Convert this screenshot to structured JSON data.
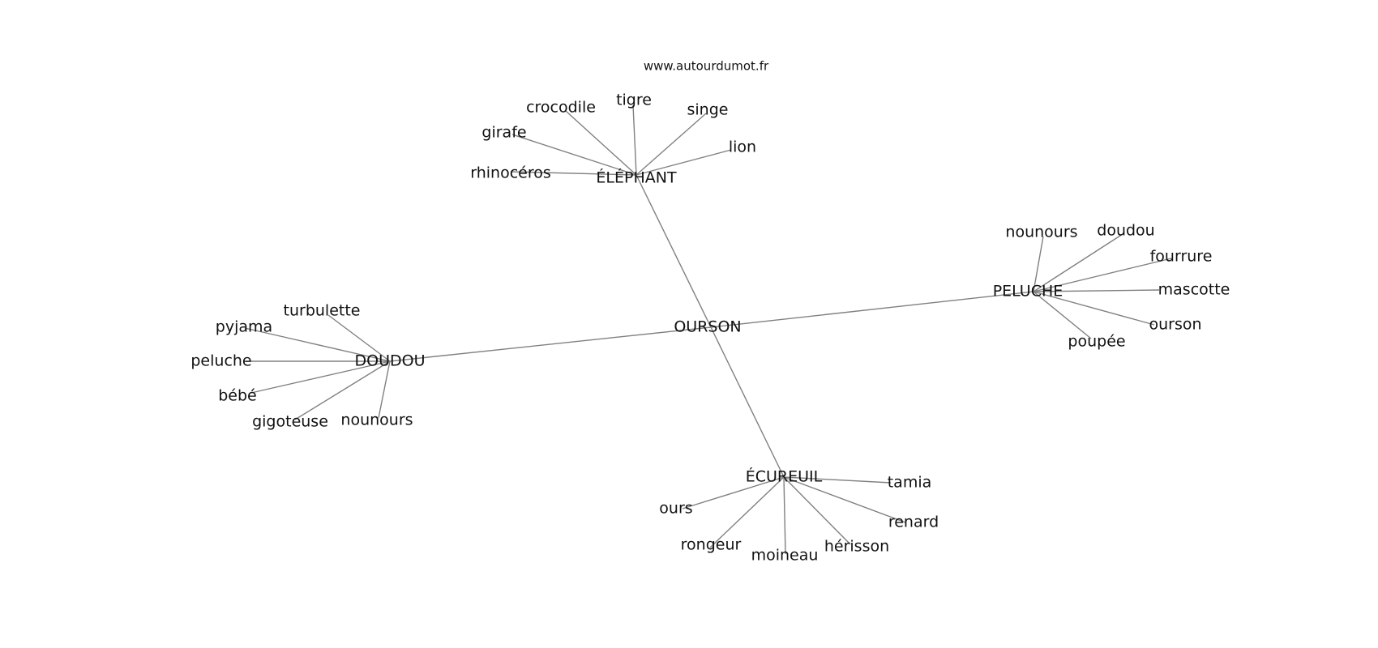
{
  "source": "www.autourdumot.fr",
  "center": "OURSON",
  "groups": [
    {
      "hub": "ÉLÉPHANT",
      "words": [
        "rhinocéros",
        "girafe",
        "crocodile",
        "tigre",
        "singe",
        "lion"
      ]
    },
    {
      "hub": "PELUCHE",
      "words": [
        "nounours",
        "doudou",
        "fourrure",
        "mascotte",
        "ourson",
        "poupée"
      ]
    },
    {
      "hub": "DOUDOU",
      "words": [
        "turbulette",
        "pyjama",
        "peluche",
        "bébé",
        "gigoteuse",
        "nounours"
      ]
    },
    {
      "hub": "ÉCUREUIL",
      "words": [
        "ours",
        "rongeur",
        "moineau",
        "hérisson",
        "renard",
        "tamia"
      ]
    }
  ]
}
